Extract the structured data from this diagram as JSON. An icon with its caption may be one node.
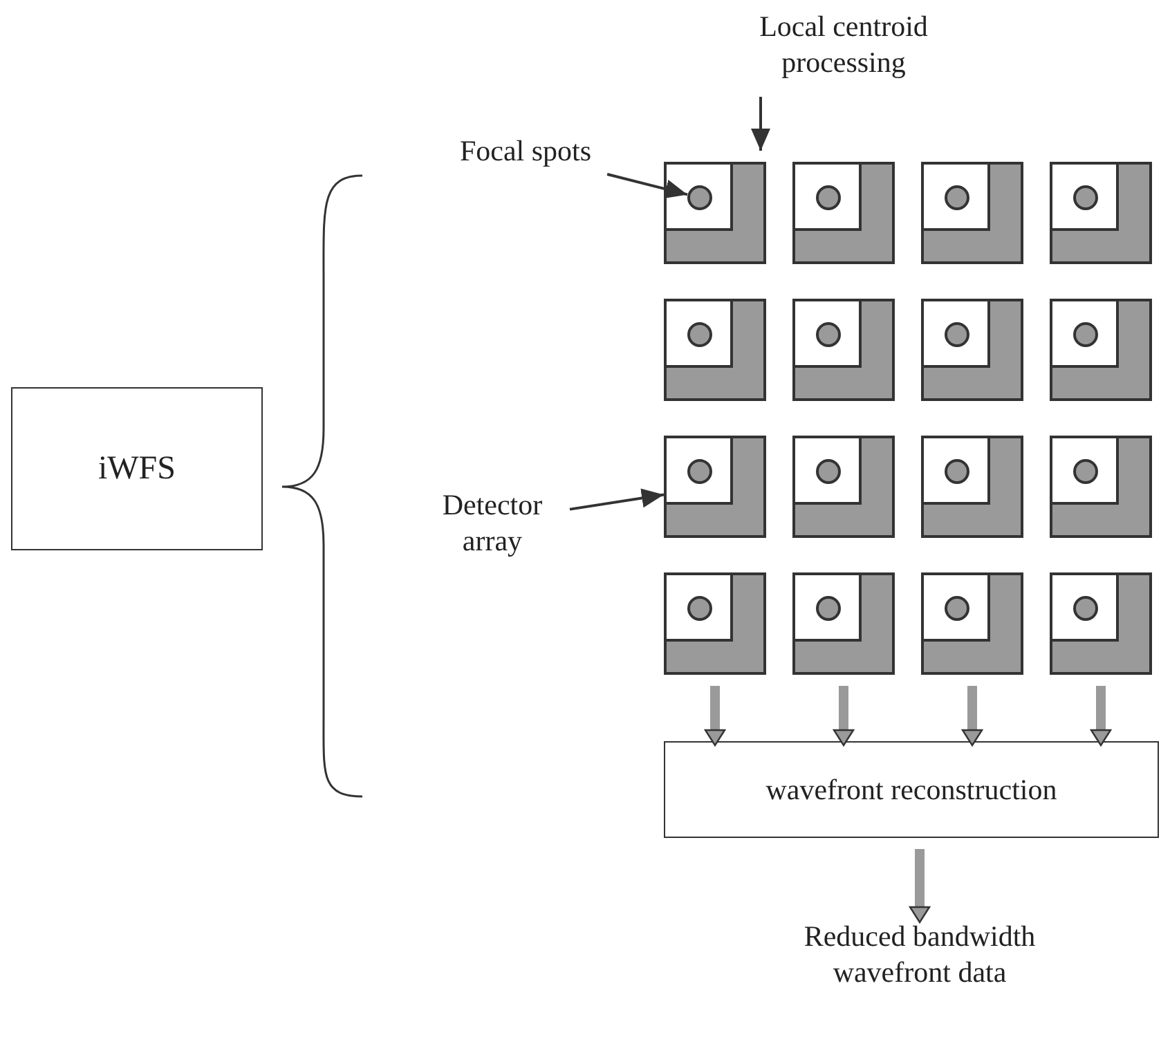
{
  "diagram": {
    "nodes": [
      {
        "text": [
          "iWFS"
        ]
      },
      {
        "text": [
          "Focal spots"
        ]
      },
      {
        "text": [
          "Local centroid processing"
        ]
      },
      {
        "text": [
          "Detector array"
        ]
      },
      {
        "text": [],
        "shape": "box"
      },
      {
        "text": [],
        "shape": "circle",
        "in": 4
      },
      {
        "text": [],
        "shape": "box"
      },
      {
        "text": [],
        "shape": "box"
      },
      {
        "text": [],
        "shape": "box"
      },
      {
        "text": [],
        "shape": "box"
      },
      {
        "text": [],
        "shape": "box"
      },
      {
        "text": [],
        "shape": "box"
      },
      {
        "text": [],
        "shape": "box"
      },
      {
        "text": [],
        "shape": "box"
      },
      {
        "text": [],
        "shape": "box"
      },
      {
        "text": [],
        "shape": "box"
      },
      {
        "text": [],
        "shape": "box"
      },
      {
        "text": [],
        "shape": "box"
      },
      {
        "text": [],
        "shape": "box"
      },
      {
        "text": [],
        "shape": "box"
      },
      {
        "text": [],
        "shape": "box"
      },
      {
        "text": [
          "wavefront reconstruction"
        ]
      },
      {
        "text": [
          "Reduced bandwidth wavefront data"
        ]
      }
    ],
    "edges": [
      {
        "from": 1,
        "to": 5,
        "arrow": "to",
        "color": "#333333"
      },
      {
        "from": 2,
        "to": 4,
        "arrow": "to",
        "color": "#333333"
      },
      {
        "from": 3,
        "to": 13,
        "arrow": "to",
        "color": "#333333"
      },
      {
        "from": 17,
        "to": 21,
        "arrow": "to"
      },
      {
        "from": 18,
        "to": 21,
        "arrow": "to"
      },
      {
        "from": 19,
        "to": 21,
        "arrow": "to"
      },
      {
        "from": 20,
        "to": 21,
        "arrow": "to"
      },
      {
        "from": 21,
        "to": 22,
        "arrow": "to"
      }
    ]
  }
}
